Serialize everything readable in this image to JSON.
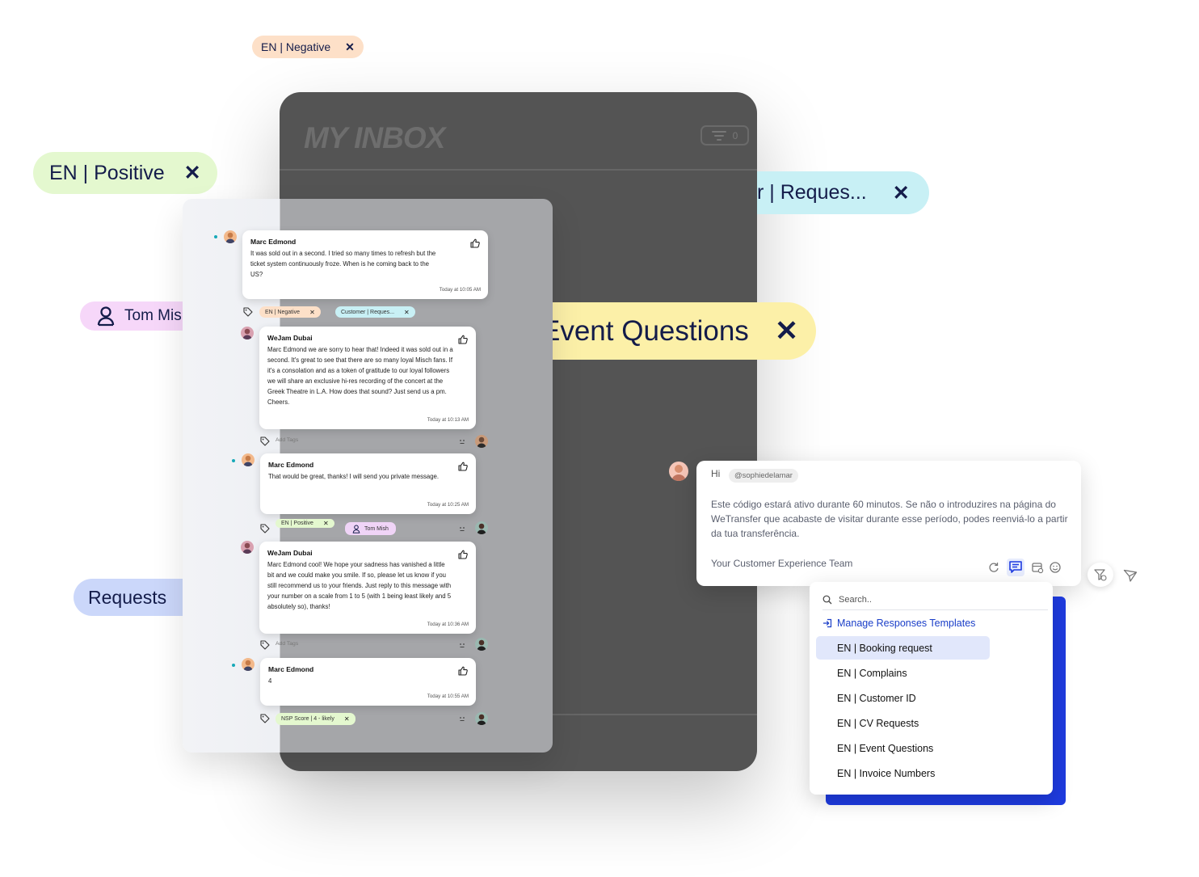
{
  "inbox": {
    "title": "MY INBOX",
    "filter_count": "0"
  },
  "floating_tags": {
    "en_negative": {
      "label": "EN | Negative",
      "color": "#fde0c8"
    },
    "en_positive": {
      "label": "EN | Positive",
      "color": "#e4f8cf"
    },
    "customer_requests": {
      "label": "r | Reques...",
      "color": "#c8f0f5"
    },
    "tom_mish": {
      "label": "Tom Mish",
      "color": "#f6d7f9"
    },
    "event_questions": {
      "label": "Event Questions",
      "color": "#fcf0a8"
    },
    "requests": {
      "label": "Requests",
      "color": "#cbd7fa"
    },
    "close_glyph": "✕"
  },
  "conversation": {
    "messages": [
      {
        "author": "Marc Edmond",
        "text": "It was sold out in a second. I tried so many times to refresh but the ticket system continuously froze. When is he coming back to the US?",
        "time": "Today at 10:05 AM"
      },
      {
        "author": "WeJam Dubai",
        "text": "Marc Edmond we are sorry to hear that! Indeed it was sold out in a second. It's great to see that there are so many loyal Misch fans. If it's a consolation and as a token of gratitude to our loyal followers we will share an exclusive hi-res recording of the concert at the Greek Theatre in L.A. How does that sound? Just send us a pm. Cheers.",
        "time": "Today at 10:13 AM"
      },
      {
        "author": "Marc Edmond",
        "text": "That would be great, thanks! I will send you private message.",
        "time": "Today at 10:25 AM"
      },
      {
        "author": "WeJam Dubai",
        "text": "Marc Edmond cool! We hope your sadness has vanished a little bit and we could make you smile. If so, please let us know if you still recommend us to your friends. Just reply to this message with your number on a scale from 1 to 5 (with 1 being least likely and 5 absolutely so), thanks!",
        "time": "Today at 10:36 AM"
      },
      {
        "author": "Marc Edmond",
        "text": "4",
        "time": "Today at 10:55 AM"
      }
    ],
    "tag_rows": {
      "row1": [
        {
          "label": "EN | Negative",
          "color": "#fde0c8"
        },
        {
          "label": "Customer | Reques...",
          "color": "#c8f0f5"
        }
      ],
      "row2_add": "Add Tags",
      "row3": [
        {
          "label": "EN | Positive",
          "color": "#e4f8cf"
        },
        {
          "label": "Tom Mish",
          "color": "#f0d4f7"
        }
      ],
      "row4_add": "Add Tags",
      "row5": [
        {
          "label": "NSP Score | 4 - likely",
          "color": "#e4f8cf"
        }
      ]
    }
  },
  "reply": {
    "greeting": "Hi",
    "mention": "@sophiedelamar",
    "body": "Este código estará ativo durante 60 minutos. Se não o introduzires na página do WeTransfer que acabaste de visitar durante esse período, podes reenviá-lo a partir da tua transferência.",
    "signature": "Your Customer Experience Team"
  },
  "templates": {
    "search_placeholder": "Search..",
    "manage_label": "Manage Responses Templates",
    "items": [
      "EN | Booking request",
      "EN | Complains",
      "EN | Customer ID",
      "EN | CV Requests",
      "EN | Event Questions",
      "EN | Invoice Numbers"
    ],
    "selected_index": 0,
    "accent": "#1e3be0"
  }
}
